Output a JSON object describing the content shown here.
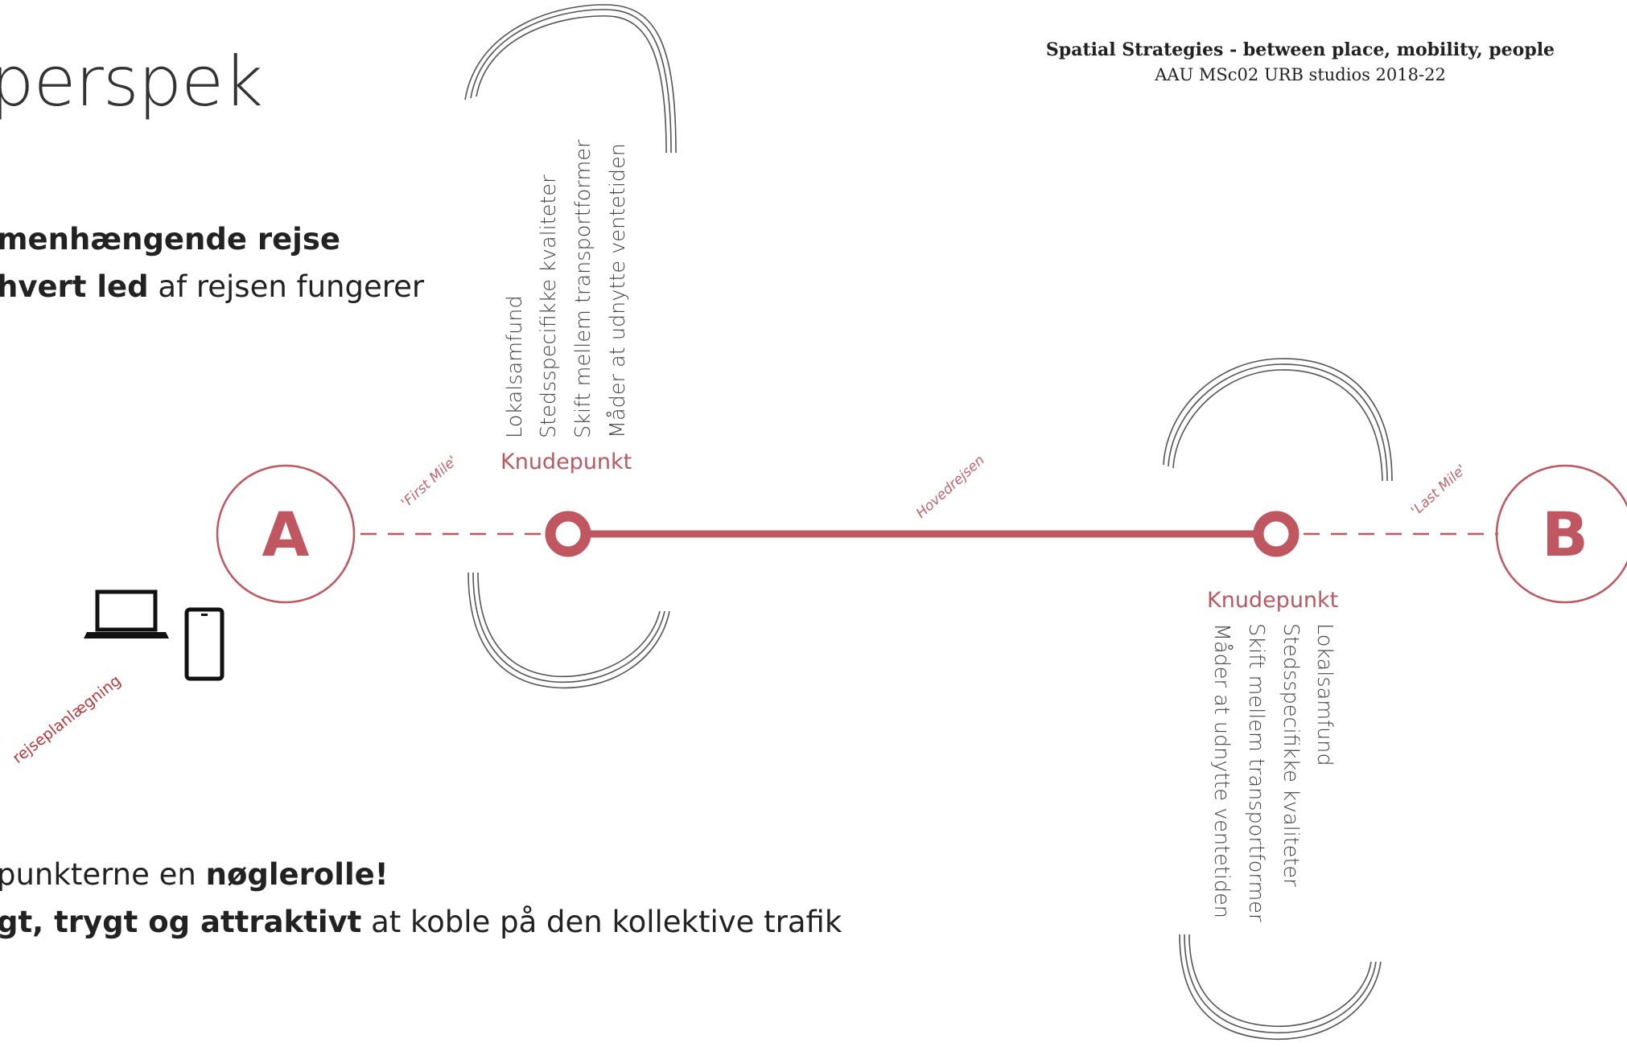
{
  "slide": {
    "title_fragment": "perspek",
    "credit": {
      "line1": "Spatial Strategies - between place, mobility, people",
      "line2": "AAU MSc02 URB studios 2018-22"
    },
    "text_lines": [
      {
        "bold": "menhængende rejse",
        "rest": ""
      },
      {
        "bold": "hvert led",
        "rest": " af rejsen fungerer"
      }
    ],
    "bottom_lines": [
      {
        "pre": "punkterne en ",
        "bold": "nøglerolle!",
        "rest": ""
      },
      {
        "pre": "",
        "bold": "gt, trygt og attraktivt",
        "rest": " at koble på den kollektive trafik"
      }
    ]
  },
  "diagram": {
    "start_label": "A",
    "end_label": "B",
    "legs": {
      "first_mile": "'First Mile'",
      "main": "Hovedrejsen",
      "last_mile": "'Last Mile'"
    },
    "planning_label": "rejseplanlægning",
    "hub1": {
      "title": "Knudepunkt",
      "items": [
        "Lokalsamfund",
        "Stedsspecifikke kvaliteter",
        "Skift mellem transportformer",
        "Måder at udnytte ventetiden"
      ]
    },
    "hub2": {
      "title": "Knudepunkt",
      "items": [
        "Lokalsamfund",
        "Stedsspecifikke kvaliteter",
        "Skift mellem transportformer",
        "Måder at udnytte ventetiden"
      ]
    },
    "icons": [
      "laptop-icon",
      "smartphone-icon"
    ],
    "colors": {
      "accent": "#c0565f",
      "line": "#c0565f",
      "text": "#444444"
    }
  }
}
